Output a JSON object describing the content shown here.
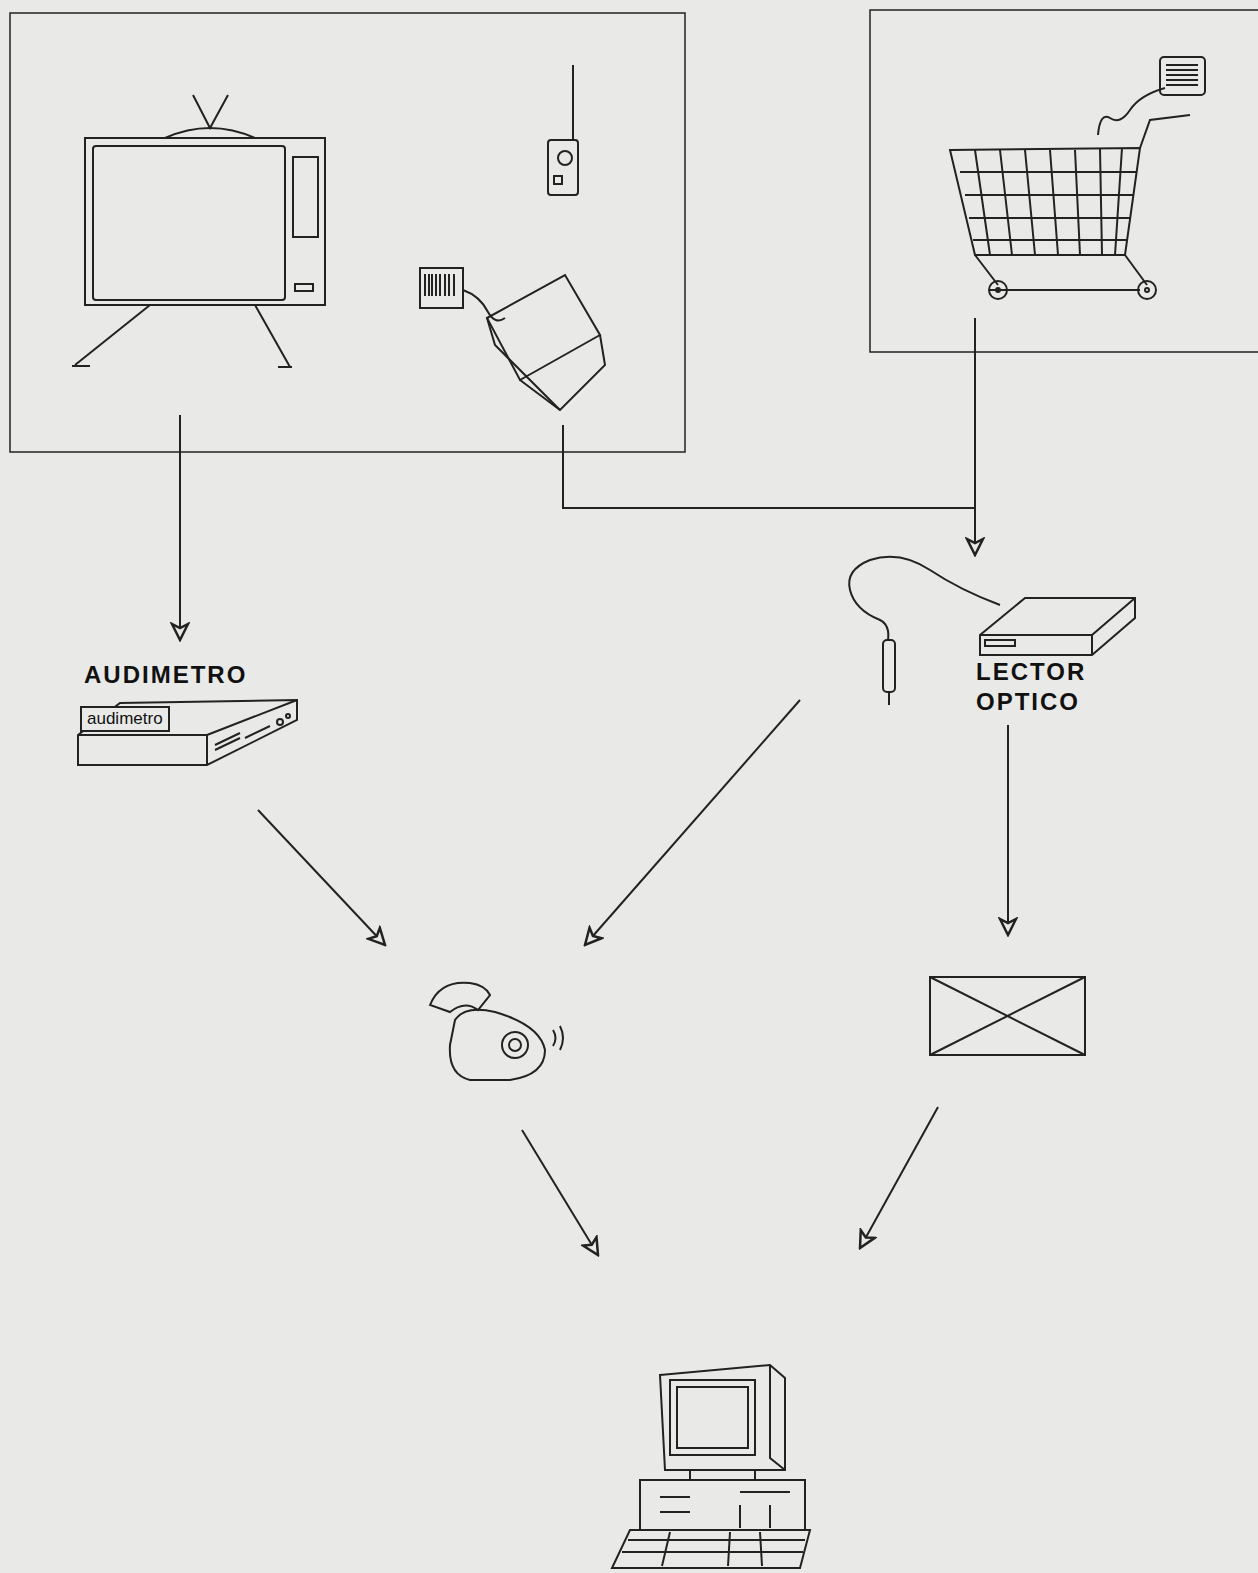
{
  "diagram": {
    "nodes": [
      {
        "text": [
          "AUDIMETRO",
          "audimetro"
        ]
      },
      {
        "text": [
          "LECTOR OPTICO"
        ]
      }
    ]
  }
}
